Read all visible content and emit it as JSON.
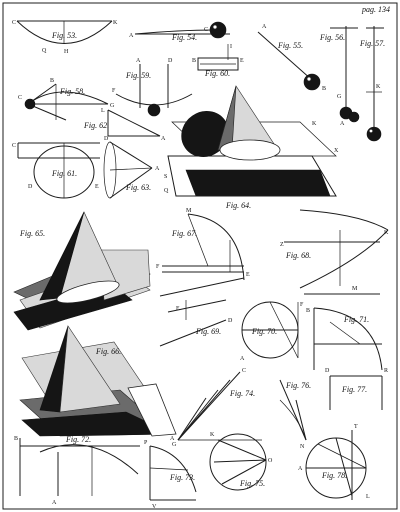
{
  "page_label": "pag. 134",
  "figure_labels": {
    "fig53": "Fig. 53.",
    "fig54": "Fig. 54.",
    "fig55": "Fig. 55.",
    "fig56": "Fig. 56.",
    "fig57": "Fig. 57.",
    "fig58": "Fig. 58.",
    "fig59": "Fig. 59.",
    "fig60": "Fig. 60.",
    "fig61": "Fig. 61.",
    "fig62": "Fig. 62.",
    "fig63": "Fig. 63.",
    "fig64": "Fig. 64.",
    "fig65": "Fig. 65.",
    "fig66": "Fig. 66.",
    "fig67": "Fig. 67.",
    "fig68": "Fig. 68.",
    "fig69": "Fig. 69.",
    "fig70": "Fig. 70.",
    "fig71": "Fig. 71.",
    "fig72": "Fig. 72.",
    "fig73": "Fig. 73.",
    "fig74": "Fig. 74.",
    "fig75": "Fig. 75.",
    "fig76": "Fig. 76.",
    "fig77": "Fig. 77.",
    "fig78": "Fig. 78."
  },
  "point_letters": {
    "a": "A",
    "b": "B",
    "c": "C",
    "d": "D",
    "e": "E",
    "f": "F",
    "g": "G",
    "h": "H",
    "i": "I",
    "k": "K",
    "l": "L",
    "m": "M",
    "n": "N",
    "o": "O",
    "p": "P",
    "q": "Q",
    "r": "R",
    "s": "S",
    "t": "T",
    "v": "V",
    "x": "X",
    "z": "Z"
  }
}
